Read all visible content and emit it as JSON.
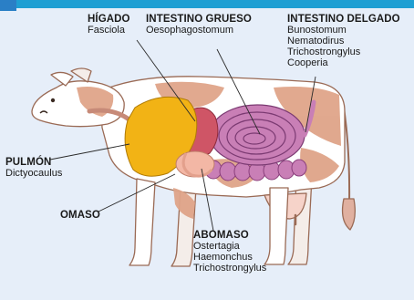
{
  "labels": {
    "higado": {
      "title": "HÍGADO",
      "parasites": [
        "Fasciola"
      ]
    },
    "intestino_grueso": {
      "title": "INTESTINO GRUESO",
      "parasites": [
        "Oesophagostomum"
      ]
    },
    "intestino_delgado": {
      "title": "INTESTINO DELGADO",
      "parasites": [
        "Bunostomum",
        "Nematodirus",
        "Trichostrongylus",
        "Cooperia"
      ]
    },
    "pulmon": {
      "title": "PULMÓN",
      "parasites": [
        "Dictyocaulus"
      ]
    },
    "omaso": {
      "title": "OMASO",
      "parasites": []
    },
    "abomaso": {
      "title": "ABOMASO",
      "parasites": [
        "Ostertagia",
        "Haemonchus",
        "Trichostrongylus"
      ]
    }
  },
  "colors": {
    "background": "#e6eef9",
    "header_band": "#1f9fd3",
    "cow_body": "#ffffff",
    "cow_spots": "#dfa489",
    "liver": "#f2b315",
    "heart_abomasum": "#cf5566",
    "large_intestine": "#c97fb6",
    "omasum": "#f3b7a5"
  }
}
